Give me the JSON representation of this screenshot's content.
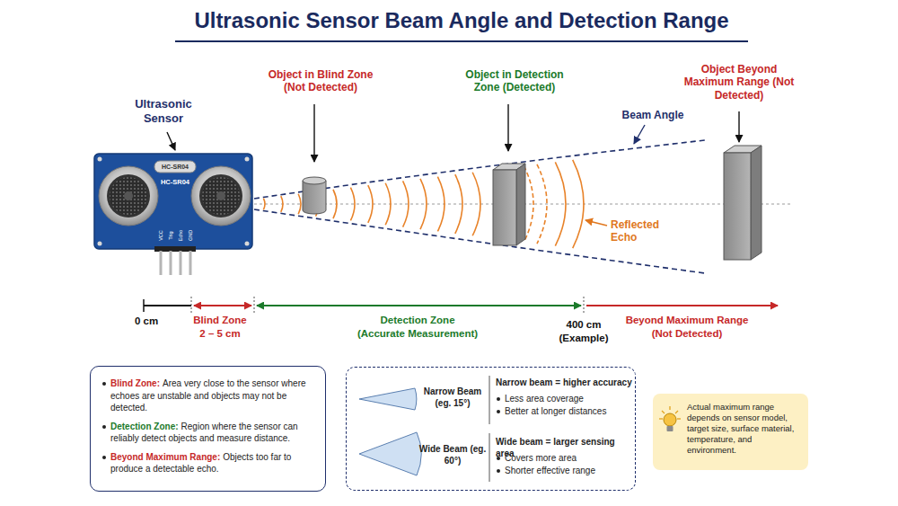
{
  "diagram": {
    "title": "Ultrasonic Sensor Beam Angle and Detection Range",
    "nodes": [
      {
        "text": [
          "Blind Zone:",
          "Area very close to the sensor where echoes are unstable and objects may not be detected.",
          "Detection Zone:",
          "Region where the sensor can reliably detect objects and measure distance.",
          "Beyond Maximum Range:",
          "Objects too far to produce a detectable echo."
        ]
      },
      {
        "text": [
          "Narrow Beam (eg. 15°)",
          "Narrow beam =",
          "higher accuracy",
          "Less area coverage",
          "Better at longer distances",
          "Wide Beam (eg. 60°)",
          "Wide beam =",
          "larger sensing area",
          "Covers more area",
          "Shorter effective range"
        ]
      },
      {
        "text": [
          "Actual maximum range depends on sensor model, target size, surface material, temperature, and environment."
        ]
      }
    ],
    "labels": [
      "Ultrasonic Sensor",
      "HC-SR04",
      "HC-SR04",
      "VCC",
      "Trig",
      "Echo",
      "GND",
      "Object in Blind Zone (Not Detected)",
      "Object in Detection Zone (Detected)",
      "Beam Angle",
      "Object Beyond Maximum Range (Not Detected)",
      "Reflected Echo",
      "0 cm",
      "Blind Zone",
      "2 – 5 cm",
      "Detection Zone",
      "(Accurate Measurement)",
      "400 cm",
      "(Example)",
      "Beyond Maximum Range",
      "(Not Detected)"
    ]
  }
}
